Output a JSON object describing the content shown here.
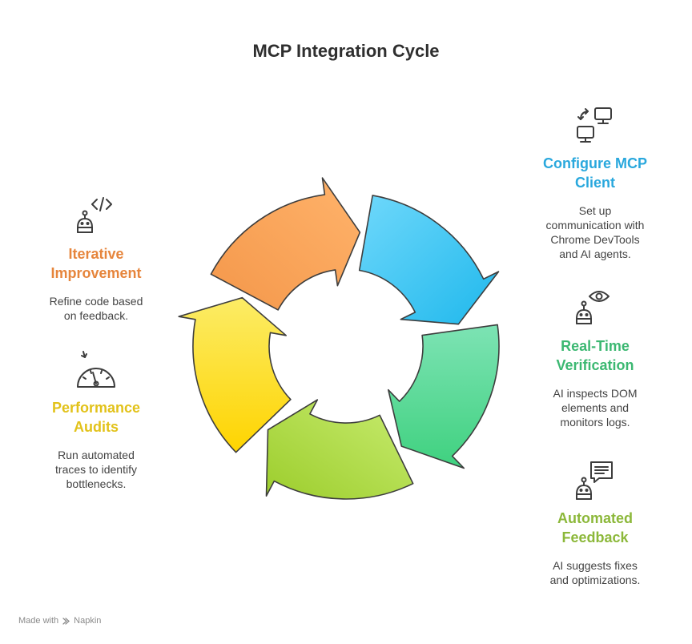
{
  "title": "MCP Integration Cycle",
  "stages": [
    {
      "id": "configure",
      "heading_line1": "Configure MCP",
      "heading_line2": "Client",
      "description_lines": [
        "Set up",
        "communication with",
        "Chrome DevTools",
        "and AI agents."
      ],
      "color": "#2aa8dd",
      "icon": "computers-sync-icon"
    },
    {
      "id": "verification",
      "heading_line1": "Real-Time",
      "heading_line2": "Verification",
      "description_lines": [
        "AI inspects DOM",
        "elements and",
        "monitors logs."
      ],
      "color": "#3cb872",
      "icon": "robot-eye-icon"
    },
    {
      "id": "feedback",
      "heading_line1": "Automated",
      "heading_line2": "Feedback",
      "description_lines": [
        "AI suggests fixes",
        "and optimizations."
      ],
      "color": "#8cb83a",
      "icon": "robot-chat-icon"
    },
    {
      "id": "audits",
      "heading_line1": "Performance",
      "heading_line2": "Audits",
      "description_lines": [
        "Run automated",
        "traces to identify",
        "bottlenecks."
      ],
      "color": "#e2c21a",
      "icon": "gauge-icon"
    },
    {
      "id": "improvement",
      "heading_line1": "Iterative",
      "heading_line2": "Improvement",
      "description_lines": [
        "Refine code based",
        "on feedback."
      ],
      "color": "#e6853c",
      "icon": "robot-code-icon"
    }
  ],
  "footer": {
    "text": "Made with",
    "brand": "Napkin"
  }
}
